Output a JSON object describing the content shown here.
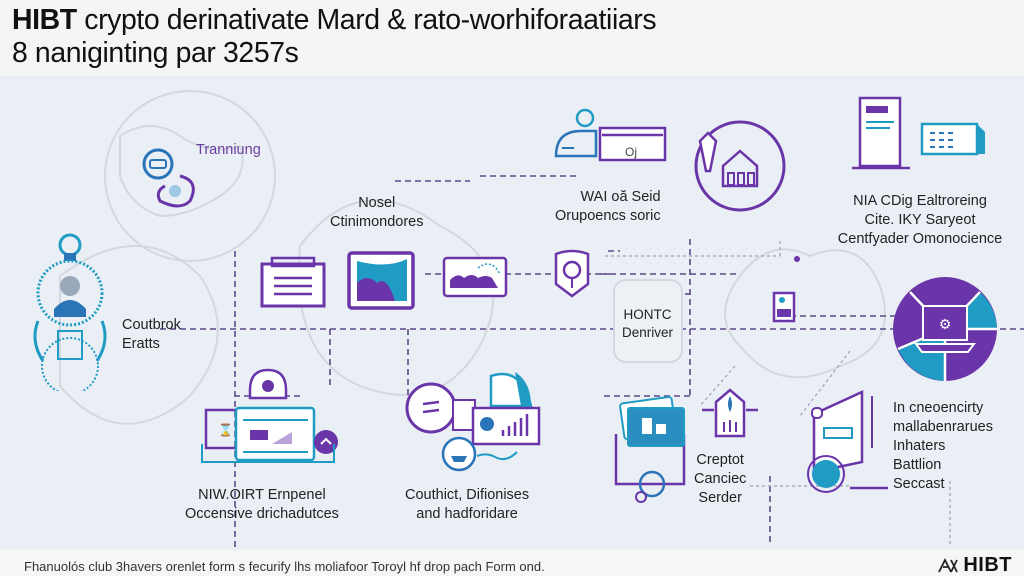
{
  "header": {
    "title_bold": "HIBT",
    "title_rest": " crypto derinativate Mard & rato-worhiforaatiiars",
    "subtitle": "8 naniginting par 3257s"
  },
  "nodes": {
    "training": {
      "label": "Tranniung"
    },
    "model": {
      "label_line1": "Nosel",
      "label_line2": "Ctinimondores"
    },
    "wallet": {
      "label_line1": "WAI oă Seid",
      "label_line2": "Orupoencs soric",
      "card_text": "Oj"
    },
    "monitoring": {
      "label_line1": "NIA CDig Ealtroreing",
      "label_line2": "Cite. IKY Saryeot",
      "label_line3": "Centfyader Omonocience"
    },
    "countbrok": {
      "label_line1": "Coutbrok",
      "label_line2": "Eratts"
    },
    "driver": {
      "label_line1": "HONTC",
      "label_line2": "Denriver"
    },
    "empanel": {
      "label_line1": "NIW.OIRT Ernpenel",
      "label_line2": "Occensive drichadutces"
    },
    "couthict": {
      "label_line1": "Couthict, Difionises",
      "label_line2": "and hadforidare"
    },
    "creptot": {
      "label_line1": "Creptot",
      "label_line2": "Canciec",
      "label_line3": "Serder"
    },
    "concurrency": {
      "label_line1": "In cneoencirty",
      "label_line2": "mallabenrarues",
      "label_line3": "Inhaters",
      "label_line4": "Battlion",
      "label_line5": "Seccast"
    }
  },
  "footer": {
    "caption": "Fhanuolós club 3havers orenlet form s fecurify lhs moliafoor Toroyl hf drop pach Form ond.",
    "logo_text": "HIBT"
  },
  "colors": {
    "purple": "#6a35a8",
    "teal": "#1f9bc4",
    "blue": "#2a74b8",
    "background": "#eaeff6",
    "connector": "#5b4a88"
  }
}
